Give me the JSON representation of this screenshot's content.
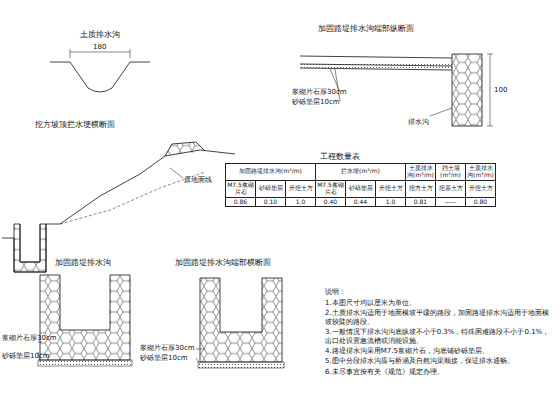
{
  "diagram": {
    "labels": [
      "土质排水沟",
      "180",
      "加固路堤排水沟端部纵断面",
      "浆砌片石厚30cm",
      "砂砾垫层10cm",
      "排水沟",
      "100",
      "挖方坡顶拦水埂横断面",
      "原地面线",
      "工程数量表",
      "加固路堤排水沟(m³/m)",
      "拦水埂(m³/m)",
      "土质排水沟(m³/m)",
      "挡土墙(m³/m)",
      "土质排水沟(m³/m)",
      "M7.5浆砌片石",
      "砂砾垫层",
      "开挖土方",
      "M7.5浆砌片石",
      "砂砾垫层",
      "开挖土方",
      "挖方土方",
      "挖基土方",
      "开挖土方",
      "0.86",
      "0.10",
      "1.0",
      "0.40",
      "0.44",
      "1.0",
      "0.81",
      "——",
      "0.80",
      "加固路堤排水沟",
      "浆砌片石厚30cm",
      "砂砾垫层10cm",
      "加固路堤排水沟端部横断面",
      "浆砌片石厚30cm",
      "砂砾垫层10cm",
      "说明：",
      "1.本图尺寸均以厘米为单位。",
      "2.土质排水沟适用于地面横坡平缓的路段，加固路堤排水沟适用于地面横坡较陡的路段。",
      "3.一般情况下排水沟沟底纵坡不小于0.3%，特殊困难路段不小于0.1%，出口处设置急流槽或消能设施。",
      "4.路堤排水沟采用M7.5浆砌片石，沟底铺砂砾垫层。",
      "5.图中分段排水沟应与桥涵及自然沟渠顺接，保证排水通畅。",
      "6.未尽事宜按有关《规范》规定办理。"
    ]
  }
}
